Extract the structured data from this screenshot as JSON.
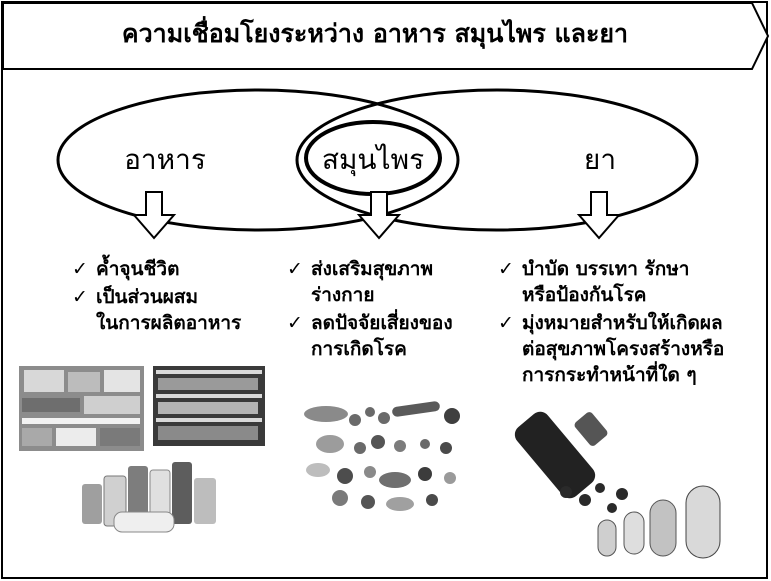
{
  "title": "ความเชื่อมโยงระหว่าง อาหาร สมุนไพร และยา",
  "ovals": {
    "food": "อาหาร",
    "herb": "สมุนไพร",
    "drug": "ยา"
  },
  "columns": {
    "food": [
      {
        "text": "ค้ำจุนชีวิต"
      },
      {
        "text": "เป็นส่วนผสม\nในการผลิตอาหาร"
      }
    ],
    "herb": [
      {
        "text": "ส่งเสริมสุขภาพ\nร่างกาย"
      },
      {
        "text": "ลดปัจจัยเสี่ยงของ\nการเกิดโรค"
      }
    ],
    "drug": [
      {
        "text": "บำบัด บรรเทา รักษา\nหรือป้องกันโรค"
      },
      {
        "text": "มุ่งหมายสำหรับให้เกิดผล\nต่อสุขภาพโครงสร้างหรือ\nการกระทำหน้าที่ใด ๆ"
      }
    ]
  },
  "check_glyph": "✓"
}
